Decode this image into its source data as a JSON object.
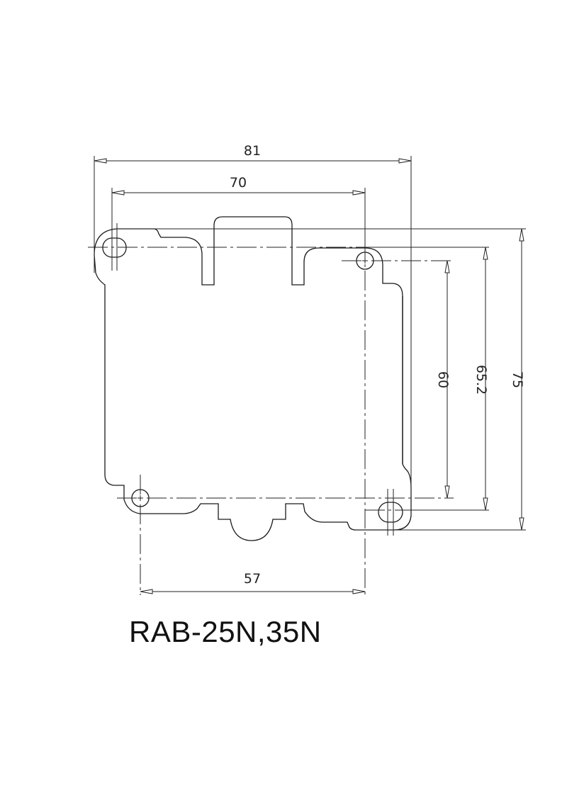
{
  "drawing": {
    "caption": "RAB-25N,35N",
    "line_color": "#1a1a1a",
    "background": "#ffffff"
  },
  "dimensions": {
    "overall_width": "81",
    "hole_pitch_top": "70",
    "hole_pitch_bottom": "57",
    "hole_pitch_vertical": "60",
    "hole_pitch_vertical_outer": "65.2",
    "overall_height": "75"
  }
}
